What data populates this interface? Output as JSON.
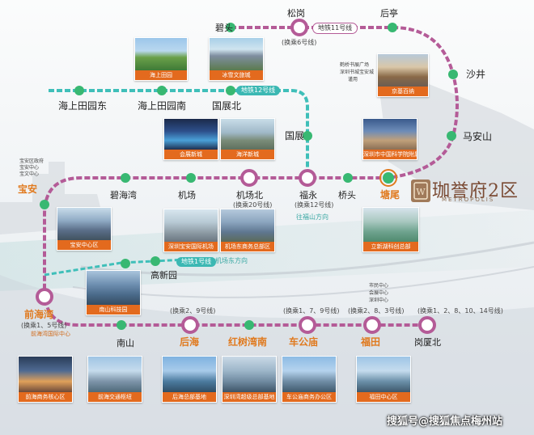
{
  "colors": {
    "line_purple": "#b45b97",
    "line_teal": "#3fbfb9",
    "station_green": "#38b872",
    "caption_orange": "#e36a1e",
    "highlight_orange": "#e07a1f"
  },
  "stations": {
    "bitou": "碧头",
    "songgang": "松岗",
    "houting": "后亭",
    "shajing": "沙井",
    "maanshan": "马安山",
    "haishang_east": "海上田园东",
    "haishang_south": "海上田园南",
    "guozhanbei": "国展北",
    "guozhan": "国展",
    "tangwei": "塘尾",
    "qiaotou": "桥头",
    "fuyong": "福永",
    "jichangbei": "机场北",
    "jichang": "机场",
    "bihaiwan": "碧海湾",
    "baoan": "宝安",
    "gaoxinyuan": "高新园",
    "qianhaiwan": "前海湾",
    "nanshan": "南山",
    "houhai": "后海",
    "hongshuwannan": "红树湾南",
    "chegongmiao": "车公庙",
    "futian": "福田",
    "gangxiabei": "岗厦北"
  },
  "transfers": {
    "songgang": "(换乘6号线)",
    "jichangbei": "(换乘20号线)",
    "fuyong": "(换乘12号线)",
    "qianhaiwan": "(换乘1、5号线)",
    "houhai": "(换乘2、9号线)",
    "chegongmiao": "(换乘1、7、9号线)",
    "futian": "(换乘2、8、3号线)",
    "gangxiabei": "(换乘1、2、8、10、14号线)"
  },
  "line_tags": {
    "line11": "地铁11号线",
    "line12": "地铁12号线",
    "line1": "地铁1号线"
  },
  "notes": {
    "houting": [
      "鹤桥书展广场",
      "深圳书城宝安城",
      "谨用"
    ],
    "baoan": [
      "宝安区政府",
      "宝安中心",
      "宝文中心"
    ],
    "fuyong_dir": "往福山方向",
    "line1_dir": "往机场东方向",
    "qianhaiwan": "前海湾国际中心",
    "futian": [
      "市民中心",
      "会展中心",
      "深圳中心"
    ]
  },
  "photos": {
    "haishang_park": "海上田园",
    "ice_snow": "冰雪文旅城",
    "jingxing": "京基百纳",
    "conv_center": "会展新城",
    "ocean_city": "海洋新城",
    "tangwei_school": "深圳市中国科学院附属学校",
    "baoan_center": "宝安中心区",
    "airport": "深圳宝安国际机场",
    "airport_biz": "机场东商务总部区",
    "lixin_lake": "立新湖科创总部",
    "hightech_park": "南山科技园",
    "qianhai_cbd": "前海商务核心区",
    "qianhai_hub": "前海交通枢纽",
    "houhai_hq": "后海总部基地",
    "shenzhen_bay": "深圳湾超级总部基地",
    "chegongmiao_biz": "车公庙商务办公区",
    "futian_cbd": "福田中心区"
  },
  "brand": {
    "name": "珈誉府2区",
    "sub": "METROPOLIS"
  },
  "watermark": "搜狐号@搜狐焦点梅州站"
}
